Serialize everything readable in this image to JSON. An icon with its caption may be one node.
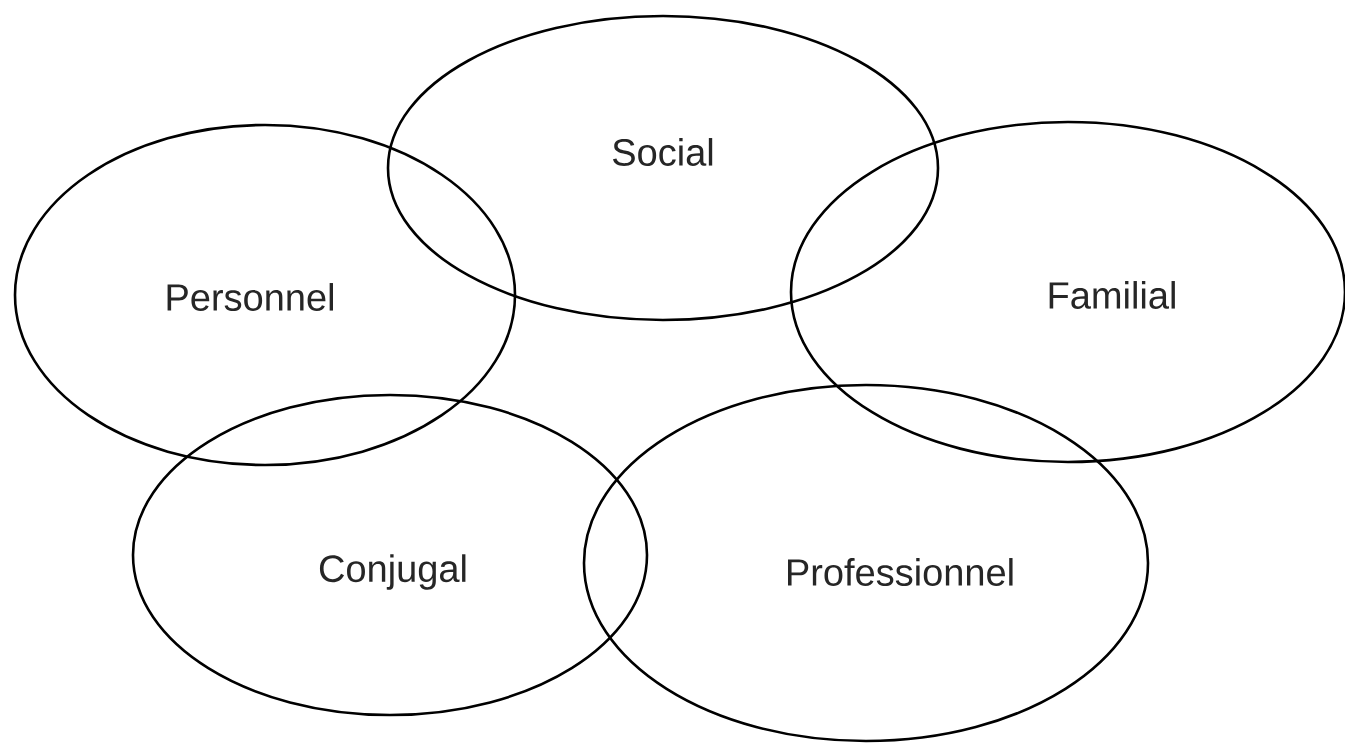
{
  "diagram": {
    "nodes": [
      {
        "text": [
          "Social"
        ]
      },
      {
        "text": [
          "Personnel"
        ]
      },
      {
        "text": [
          "Familial"
        ]
      },
      {
        "text": [
          "Conjugal"
        ]
      },
      {
        "text": [
          "Professionnel"
        ]
      }
    ]
  }
}
